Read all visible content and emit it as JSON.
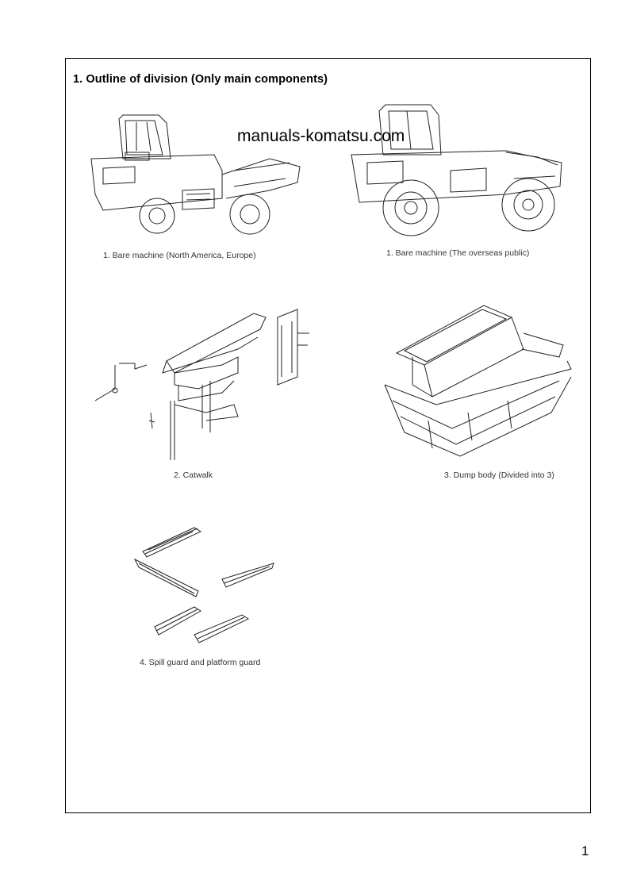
{
  "document": {
    "heading": "1.  Outline of division (Only main components)",
    "watermark": "manuals-komatsu.com",
    "page_number": "1"
  },
  "figures": [
    {
      "id": "bare-machine-na-eu",
      "caption": "1. Bare machine (North America, Europe)"
    },
    {
      "id": "bare-machine-overseas",
      "caption": "1. Bare machine (The overseas public)"
    },
    {
      "id": "catwalk",
      "caption": "2.  Catwalk"
    },
    {
      "id": "dump-body",
      "caption": "3. Dump body (Divided into 3)"
    },
    {
      "id": "spill-guard",
      "caption": "4. Spill guard and platform guard"
    }
  ]
}
